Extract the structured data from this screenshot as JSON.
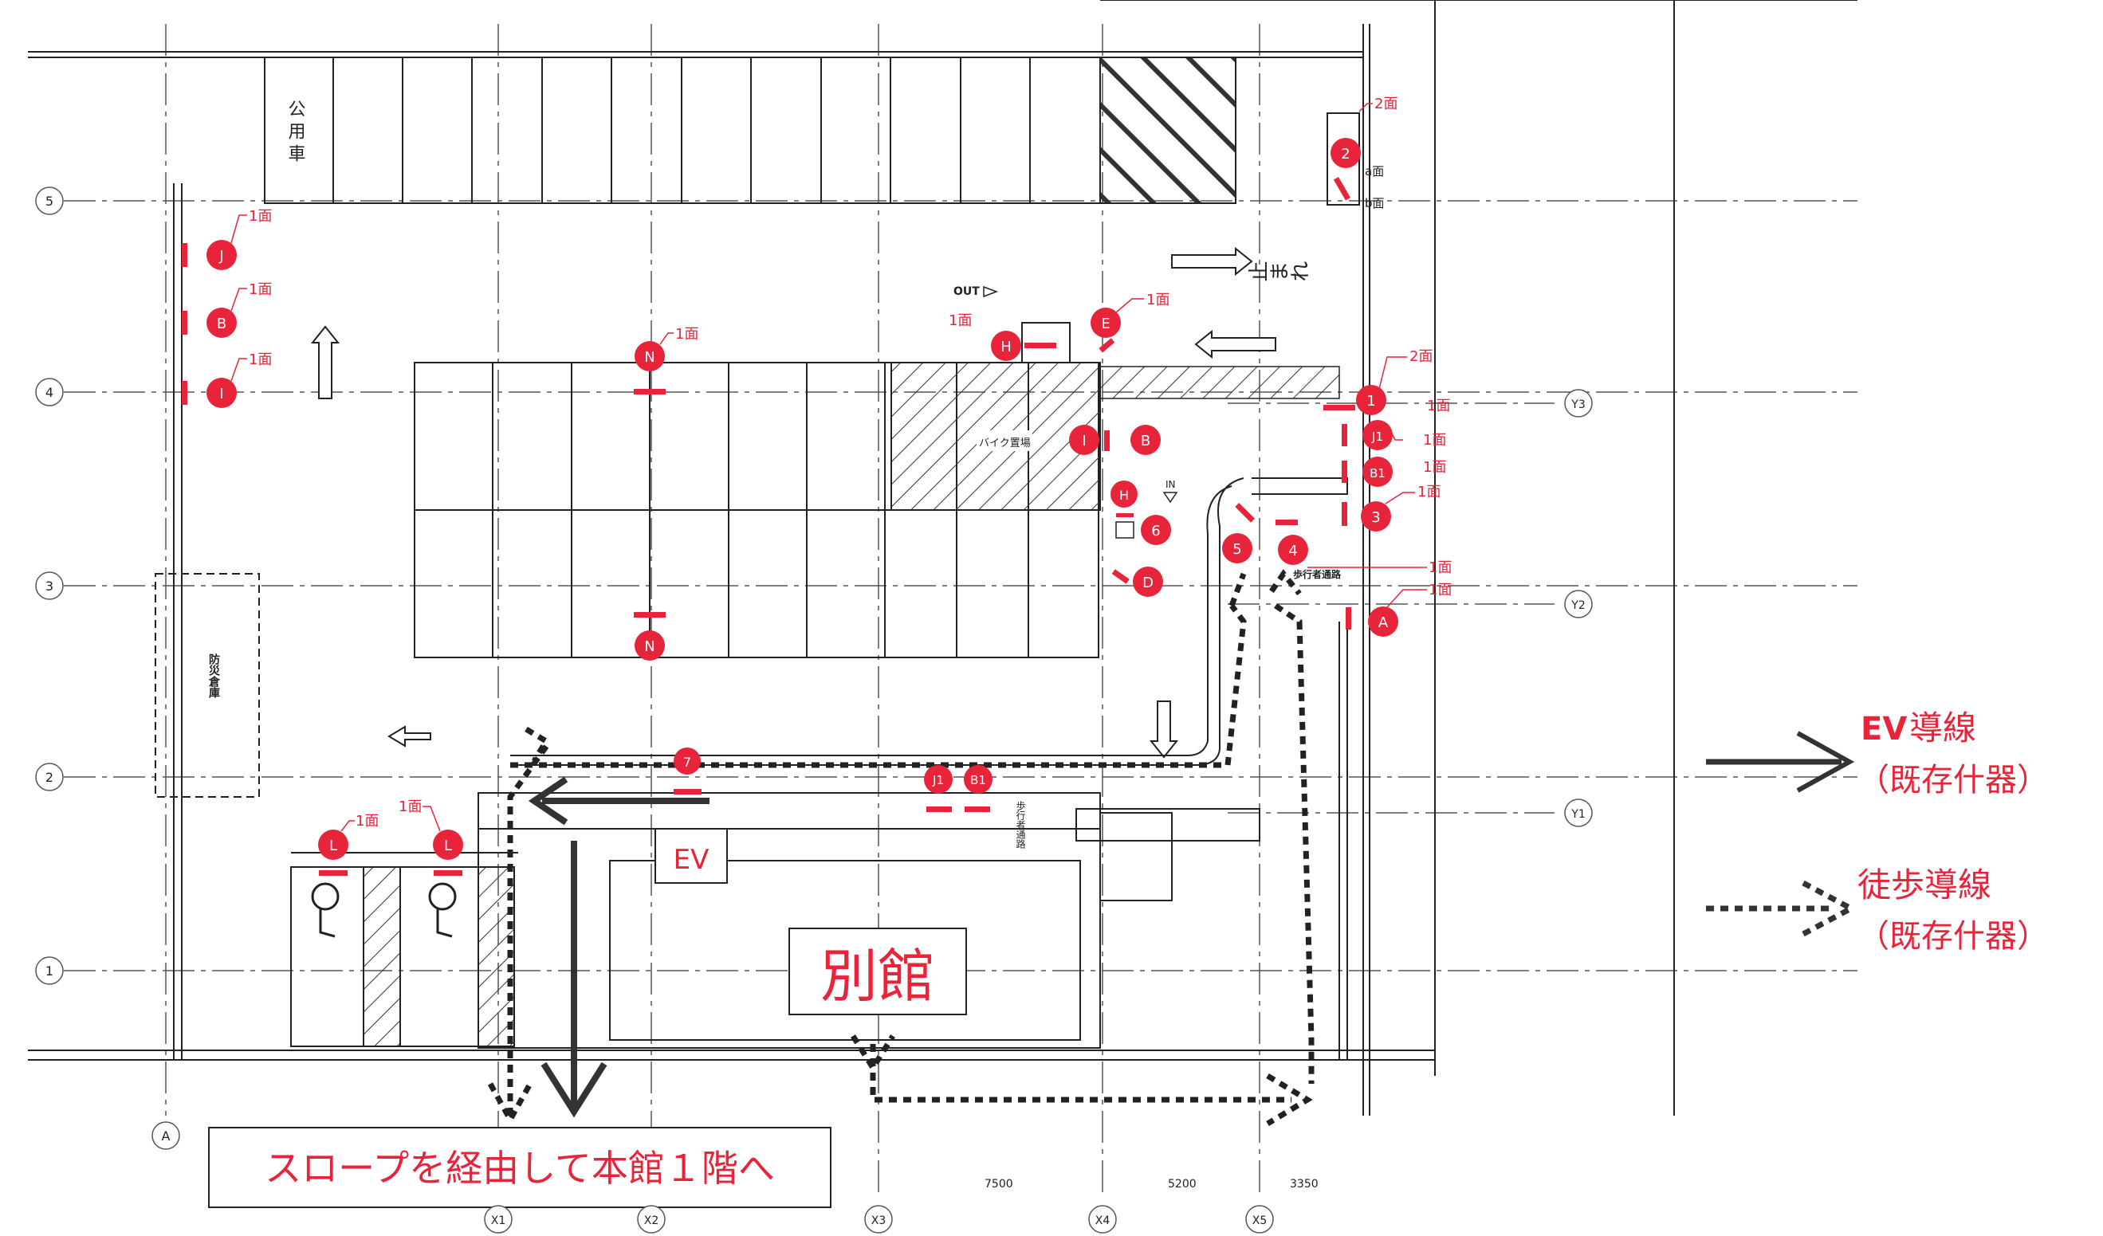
{
  "grid": {
    "rows": [
      "5",
      "4",
      "3",
      "2",
      "1"
    ],
    "row_y": [
      "Y3",
      "Y2",
      "Y1"
    ],
    "cols": [
      "A",
      "X1",
      "X2",
      "X3",
      "X4",
      "X5"
    ]
  },
  "areas": {
    "public_car": "公用車",
    "disaster_storage": "防災倉庫",
    "bike_parking": "バイク置場",
    "stop_sign": "止まれ",
    "out_label": "OUT",
    "in_label": "IN",
    "pedestrian_path_1": "歩行者通路",
    "pedestrian_path_2": "歩行者通路",
    "annex": "別館",
    "ev": "EV",
    "slope_note": "スロープを経由して本館１階へ",
    "dim_1": "7500",
    "dim_2": "5200",
    "dim_3": "3350"
  },
  "legend": {
    "ev_route": {
      "prefix": "EV",
      "title": "導線",
      "sub": "（既存什器）"
    },
    "walk_route": {
      "title": "徒歩導線",
      "sub": "（既存什器）"
    }
  },
  "markers": [
    {
      "id": "J",
      "note": "1面"
    },
    {
      "id": "B",
      "note": "1面"
    },
    {
      "id": "I",
      "note": "1面"
    },
    {
      "id": "N",
      "note": "1面"
    },
    {
      "id": "N",
      "note": ""
    },
    {
      "id": "H",
      "note": "1面"
    },
    {
      "id": "E",
      "note": "1面"
    },
    {
      "id": "I",
      "note": ""
    },
    {
      "id": "B",
      "note": ""
    },
    {
      "id": "H",
      "note": ""
    },
    {
      "id": "6",
      "note": ""
    },
    {
      "id": "D",
      "note": ""
    },
    {
      "id": "2",
      "note": "2面"
    },
    {
      "id": "1",
      "note": "2面"
    },
    {
      "id": "J1",
      "note": "1面"
    },
    {
      "id": "B1",
      "note": "1面"
    },
    {
      "id": "3",
      "note": "1面"
    },
    {
      "id": "5",
      "note": ""
    },
    {
      "id": "4",
      "note": "1面"
    },
    {
      "id": "A",
      "note": "1面"
    },
    {
      "id": "7",
      "note": ""
    },
    {
      "id": "J1",
      "note": ""
    },
    {
      "id": "B1",
      "note": ""
    },
    {
      "id": "L",
      "note": "1面"
    },
    {
      "id": "L",
      "note": "1面"
    }
  ],
  "face_labels": {
    "a": "a面",
    "b": "b面",
    "extra": "1面"
  },
  "colors": {
    "accent": "#e8243a",
    "line": "#2b2b2b",
    "grid": "#555555"
  }
}
